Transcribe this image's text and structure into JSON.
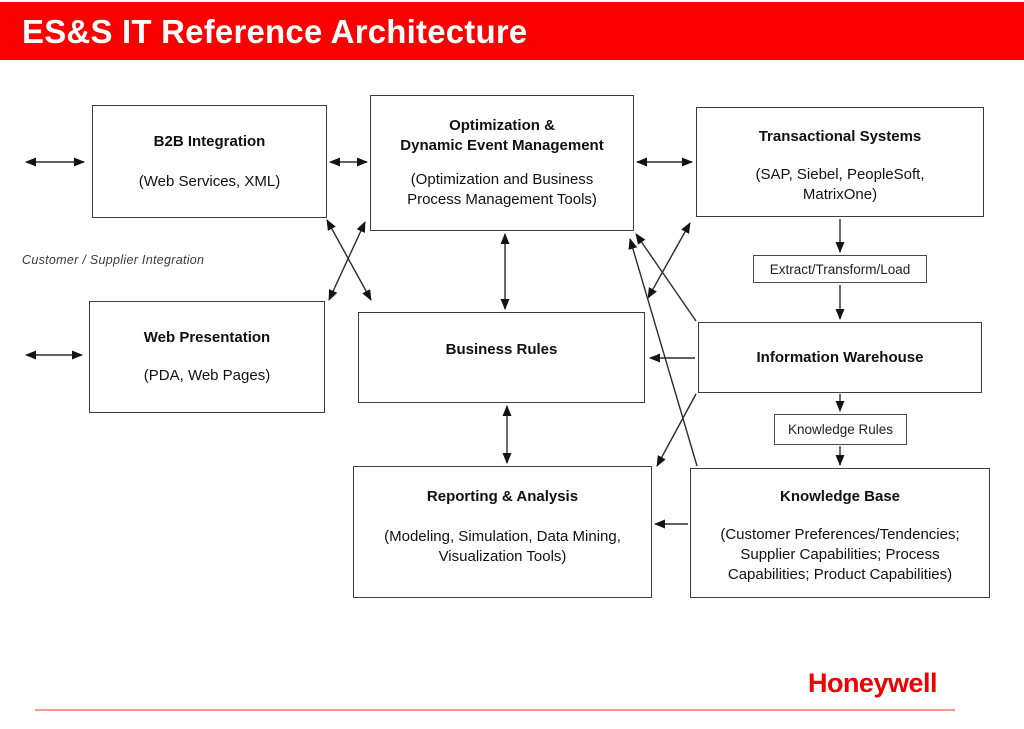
{
  "header": {
    "title": "ES&S IT Reference Architecture",
    "bg_color": "#fb0000",
    "text_color": "#ffffff"
  },
  "annotation": {
    "customer_supplier_label": "Customer / Supplier Integration"
  },
  "nodes": {
    "b2b": {
      "title": "B2B Integration",
      "subtitle": "(Web Services, XML)"
    },
    "optimization": {
      "title": "Optimization &\nDynamic Event Management",
      "subtitle": "(Optimization and Business\nProcess Management Tools)"
    },
    "transactional": {
      "title": "Transactional Systems",
      "subtitle": "(SAP, Siebel, PeopleSoft,\nMatrixOne)"
    },
    "etl": {
      "label": "Extract/Transform/Load"
    },
    "web_presentation": {
      "title": "Web Presentation",
      "subtitle": "(PDA, Web Pages)"
    },
    "business_rules": {
      "title": "Business Rules"
    },
    "info_warehouse": {
      "title": "Information Warehouse"
    },
    "knowledge_rules": {
      "label": "Knowledge Rules"
    },
    "reporting": {
      "title": "Reporting & Analysis",
      "subtitle": "(Modeling, Simulation, Data Mining,\nVisualization Tools)"
    },
    "knowledge_base": {
      "title": "Knowledge Base",
      "subtitle": "(Customer Preferences/Tendencies;\nSupplier Capabilities; Process\nCapabilities; Product Capabilities)"
    }
  },
  "connections": [
    {
      "from": "external-left",
      "to": "b2b",
      "type": "bidirectional"
    },
    {
      "from": "external-left",
      "to": "web_presentation",
      "type": "bidirectional"
    },
    {
      "from": "b2b",
      "to": "optimization",
      "type": "bidirectional"
    },
    {
      "from": "optimization",
      "to": "transactional",
      "type": "bidirectional"
    },
    {
      "from": "b2b",
      "to": "business_rules",
      "type": "bidirectional"
    },
    {
      "from": "optimization",
      "to": "web_presentation",
      "type": "bidirectional"
    },
    {
      "from": "optimization",
      "to": "business_rules",
      "type": "bidirectional"
    },
    {
      "from": "optimization",
      "to": "info_warehouse",
      "type": "directed-to-optimization"
    },
    {
      "from": "optimization",
      "to": "knowledge_base",
      "type": "directed-to-optimization"
    },
    {
      "from": "transactional",
      "to": "business_rules",
      "type": "bidirectional"
    },
    {
      "from": "transactional",
      "to": "etl",
      "type": "directed"
    },
    {
      "from": "etl",
      "to": "info_warehouse",
      "type": "directed"
    },
    {
      "from": "info_warehouse",
      "to": "business_rules",
      "type": "directed"
    },
    {
      "from": "info_warehouse",
      "to": "knowledge_rules",
      "type": "directed"
    },
    {
      "from": "knowledge_rules",
      "to": "knowledge_base",
      "type": "directed"
    },
    {
      "from": "info_warehouse",
      "to": "reporting",
      "type": "directed"
    },
    {
      "from": "business_rules",
      "to": "reporting",
      "type": "bidirectional"
    },
    {
      "from": "knowledge_base",
      "to": "reporting",
      "type": "directed"
    }
  ],
  "footer": {
    "brand": "Honeywell",
    "brand_color": "#f10000",
    "rule_color": "#f49a90"
  }
}
